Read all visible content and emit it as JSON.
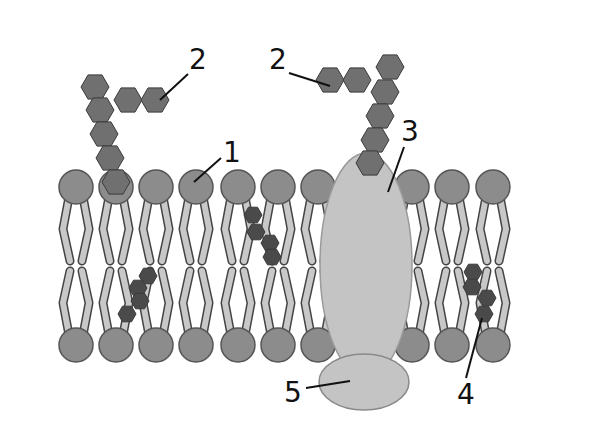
{
  "diagram": {
    "labels": [
      "2",
      "2",
      "3",
      "1",
      "5",
      "4"
    ]
  }
}
